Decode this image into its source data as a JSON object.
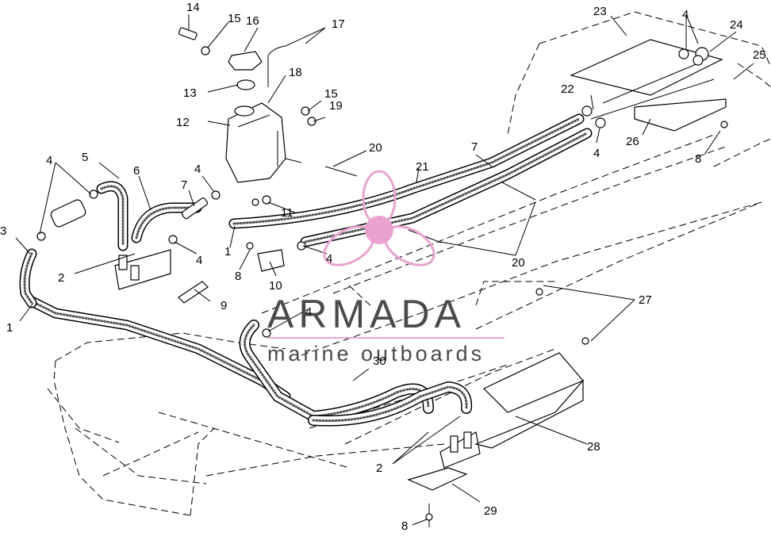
{
  "watermark": {
    "brand": "ARMADA",
    "tagline": "marine outboards",
    "brand_color": "#e8a4cf",
    "text_color": "#4a4a4a"
  },
  "callouts": [
    {
      "id": "c1a",
      "text": "1"
    },
    {
      "id": "c1b",
      "text": "1"
    },
    {
      "id": "c2a",
      "text": "2"
    },
    {
      "id": "c2b",
      "text": "2"
    },
    {
      "id": "c3",
      "text": "3"
    },
    {
      "id": "c4a",
      "text": "4"
    },
    {
      "id": "c4b",
      "text": "4"
    },
    {
      "id": "c4c",
      "text": "4"
    },
    {
      "id": "c4d",
      "text": "4"
    },
    {
      "id": "c4e",
      "text": "4"
    },
    {
      "id": "c4f",
      "text": "4"
    },
    {
      "id": "c4g",
      "text": "4"
    },
    {
      "id": "c5",
      "text": "5"
    },
    {
      "id": "c6",
      "text": "6"
    },
    {
      "id": "c7a",
      "text": "7"
    },
    {
      "id": "c7b",
      "text": "7"
    },
    {
      "id": "c8a",
      "text": "8"
    },
    {
      "id": "c8b",
      "text": "8"
    },
    {
      "id": "c8c",
      "text": "8"
    },
    {
      "id": "c9",
      "text": "9"
    },
    {
      "id": "c10",
      "text": "10"
    },
    {
      "id": "c11",
      "text": "11"
    },
    {
      "id": "c12",
      "text": "12"
    },
    {
      "id": "c13",
      "text": "13"
    },
    {
      "id": "c14",
      "text": "14"
    },
    {
      "id": "c15a",
      "text": "15"
    },
    {
      "id": "c15b",
      "text": "15"
    },
    {
      "id": "c16",
      "text": "16"
    },
    {
      "id": "c17",
      "text": "17"
    },
    {
      "id": "c18",
      "text": "18"
    },
    {
      "id": "c19",
      "text": "19"
    },
    {
      "id": "c20a",
      "text": "20"
    },
    {
      "id": "c20b",
      "text": "20"
    },
    {
      "id": "c21",
      "text": "21"
    },
    {
      "id": "c22",
      "text": "22"
    },
    {
      "id": "c23",
      "text": "23"
    },
    {
      "id": "c24",
      "text": "24"
    },
    {
      "id": "c25",
      "text": "25"
    },
    {
      "id": "c26",
      "text": "26"
    },
    {
      "id": "c27",
      "text": "27"
    },
    {
      "id": "c28",
      "text": "28"
    },
    {
      "id": "c29",
      "text": "29"
    },
    {
      "id": "c30",
      "text": "30"
    }
  ]
}
